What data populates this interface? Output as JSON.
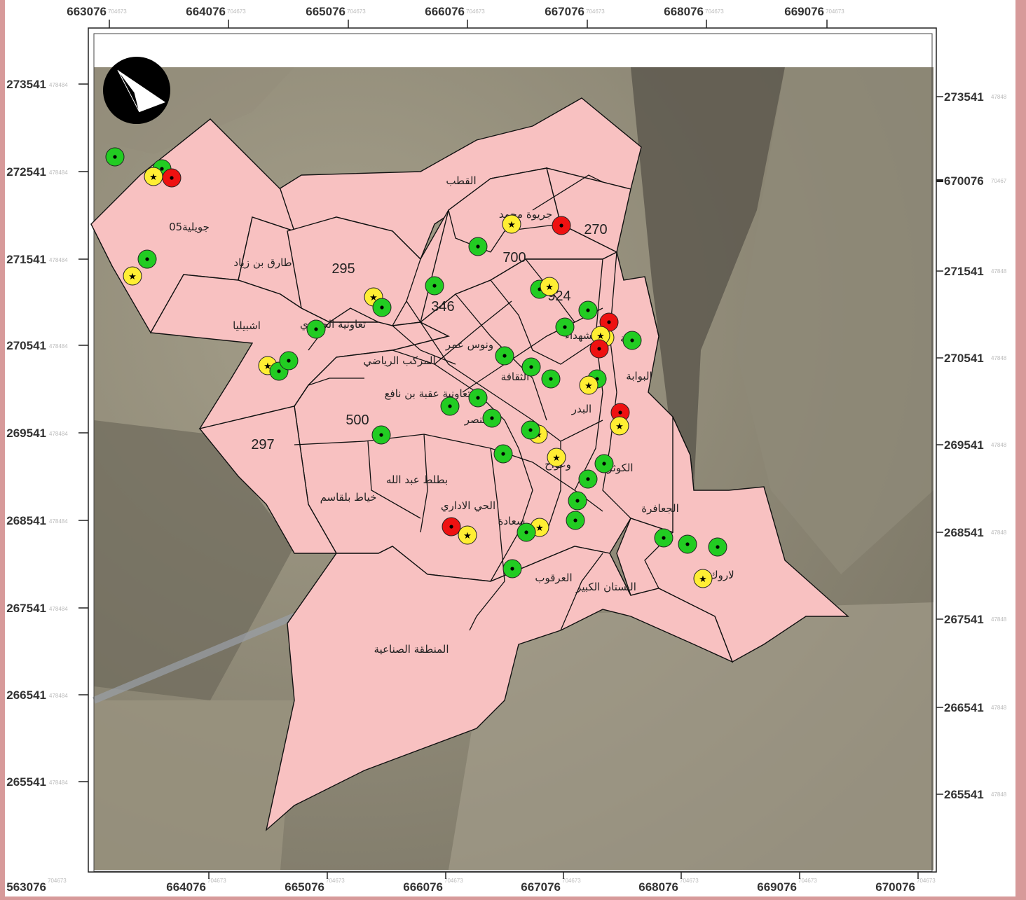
{
  "colors": {
    "page_border": "#d79a9a",
    "zone_fill": "#f8c1c1",
    "marker_green": "#22cc22",
    "marker_yellow": "#ffee33",
    "marker_red": "#ee1111",
    "satellite_base": "#8b8472"
  },
  "north_arrow": {
    "icon": "north-arrow-icon"
  },
  "axes": {
    "top": [
      {
        "value": "663076",
        "suffix": "704673"
      },
      {
        "value": "664076",
        "suffix": "704673"
      },
      {
        "value": "665076",
        "suffix": "704673"
      },
      {
        "value": "666076",
        "suffix": "704673"
      },
      {
        "value": "667076",
        "suffix": "704673"
      },
      {
        "value": "668076",
        "suffix": "704673"
      },
      {
        "value": "669076",
        "suffix": "704673"
      }
    ],
    "bottom": [
      {
        "value": "563076",
        "suffix": "704673"
      },
      {
        "value": "664076",
        "suffix": "704673"
      },
      {
        "value": "665076",
        "suffix": "704673"
      },
      {
        "value": "666076",
        "suffix": "704673"
      },
      {
        "value": "667076",
        "suffix": "704673"
      },
      {
        "value": "668076",
        "suffix": "704673"
      },
      {
        "value": "669076",
        "suffix": "704673"
      },
      {
        "value": "670076",
        "suffix": "704673"
      }
    ],
    "left": [
      {
        "value": "273541",
        "suffix": "478484"
      },
      {
        "value": "272541",
        "suffix": "478484"
      },
      {
        "value": "271541",
        "suffix": "478484"
      },
      {
        "value": "270541",
        "suffix": "478484"
      },
      {
        "value": "269541",
        "suffix": "478484"
      },
      {
        "value": "268541",
        "suffix": "478484"
      },
      {
        "value": "267541",
        "suffix": "478484"
      },
      {
        "value": "266541",
        "suffix": "478484"
      },
      {
        "value": "265541",
        "suffix": "478484"
      }
    ],
    "right": [
      {
        "value": "273541",
        "suffix": "47848"
      },
      {
        "value": "670076",
        "suffix": "70467"
      },
      {
        "value": "271541",
        "suffix": "47848"
      },
      {
        "value": "270541",
        "suffix": "47848"
      },
      {
        "value": "269541",
        "suffix": "47848"
      },
      {
        "value": "268541",
        "suffix": "47848"
      },
      {
        "value": "267541",
        "suffix": "47848"
      },
      {
        "value": "266541",
        "suffix": "47848"
      },
      {
        "value": "265541",
        "suffix": "47848"
      }
    ]
  },
  "zones": {
    "qutb": "القطب",
    "jouilia": "جويلية05",
    "tariq": "طارق بن زياد",
    "n295": "295",
    "n346": "346",
    "n700": "700",
    "n270": "270",
    "n924": "924",
    "jraibia": "جريوة محمد",
    "taawania": "تعاونية الجواري",
    "ishbilia": "اشبيليا",
    "ounous": "ونوس عمر",
    "riyadi": "المركب الرياضي",
    "thaqafa": "الثقافة",
    "shuhada": "الشهداء",
    "aqba": "تعاونية عقبة بن نافع",
    "nasr": "النصر",
    "badr": "البدر",
    "bawaba": "البوابة",
    "n500": "500",
    "n297": "297",
    "bouteleb": "بطلط عبد الله",
    "khiat": "خياط بلقاسم",
    "idari": "الحي الاداري",
    "djaafra": "الجعافرة",
    "kouthar": "الكوثر",
    "oudouah": "وعواح",
    "saada": "سعادة",
    "arqoub": "العرقوب",
    "boustan": "البستان الكبير",
    "larouk": "لاروك",
    "sinaia": "المنطقة الصناعية",
    "ataba": "عتبة"
  },
  "markers": [
    {
      "color": "green",
      "symbol": "dot"
    },
    {
      "color": "green",
      "symbol": "dot"
    },
    {
      "color": "yellow",
      "symbol": "star"
    },
    {
      "color": "red",
      "symbol": "dot"
    },
    {
      "color": "green",
      "symbol": "dot"
    },
    {
      "color": "yellow",
      "symbol": "star"
    },
    {
      "color": "yellow",
      "symbol": "star"
    },
    {
      "color": "red",
      "symbol": "dot"
    },
    {
      "color": "green",
      "symbol": "dot"
    },
    {
      "color": "yellow",
      "symbol": "star"
    },
    {
      "color": "green",
      "symbol": "dot"
    },
    {
      "color": "green",
      "symbol": "dot"
    },
    {
      "color": "green",
      "symbol": "dot"
    },
    {
      "color": "yellow",
      "symbol": "star"
    },
    {
      "color": "green",
      "symbol": "dot"
    },
    {
      "color": "green",
      "symbol": "dot"
    },
    {
      "color": "yellow",
      "symbol": "star"
    },
    {
      "color": "red",
      "symbol": "dot"
    },
    {
      "color": "green",
      "symbol": "dot"
    },
    {
      "color": "yellow",
      "symbol": "star"
    },
    {
      "color": "red",
      "symbol": "dot"
    },
    {
      "color": "green",
      "symbol": "dot"
    },
    {
      "color": "yellow",
      "symbol": "star"
    },
    {
      "color": "green",
      "symbol": "dot"
    },
    {
      "color": "green",
      "symbol": "dot"
    },
    {
      "color": "green",
      "symbol": "dot"
    },
    {
      "color": "green",
      "symbol": "dot"
    },
    {
      "color": "green",
      "symbol": "dot"
    },
    {
      "color": "green",
      "symbol": "dot"
    },
    {
      "color": "yellow",
      "symbol": "star"
    },
    {
      "color": "green",
      "symbol": "dot"
    },
    {
      "color": "green",
      "symbol": "dot"
    },
    {
      "color": "red",
      "symbol": "dot"
    },
    {
      "color": "yellow",
      "symbol": "star"
    },
    {
      "color": "green",
      "symbol": "dot"
    },
    {
      "color": "yellow",
      "symbol": "star"
    },
    {
      "color": "green",
      "symbol": "dot"
    },
    {
      "color": "yellow",
      "symbol": "star"
    },
    {
      "color": "green",
      "symbol": "dot"
    },
    {
      "color": "green",
      "symbol": "dot"
    },
    {
      "color": "green",
      "symbol": "dot"
    },
    {
      "color": "green",
      "symbol": "dot"
    },
    {
      "color": "green",
      "symbol": "dot"
    },
    {
      "color": "green",
      "symbol": "dot"
    },
    {
      "color": "yellow",
      "symbol": "star"
    },
    {
      "color": "red",
      "symbol": "dot"
    },
    {
      "color": "yellow",
      "symbol": "star"
    },
    {
      "color": "green",
      "symbol": "dot"
    },
    {
      "color": "green",
      "symbol": "dot"
    },
    {
      "color": "green",
      "symbol": "dot"
    },
    {
      "color": "green",
      "symbol": "dot"
    },
    {
      "color": "yellow",
      "symbol": "star"
    },
    {
      "color": "green",
      "symbol": "dot"
    }
  ]
}
